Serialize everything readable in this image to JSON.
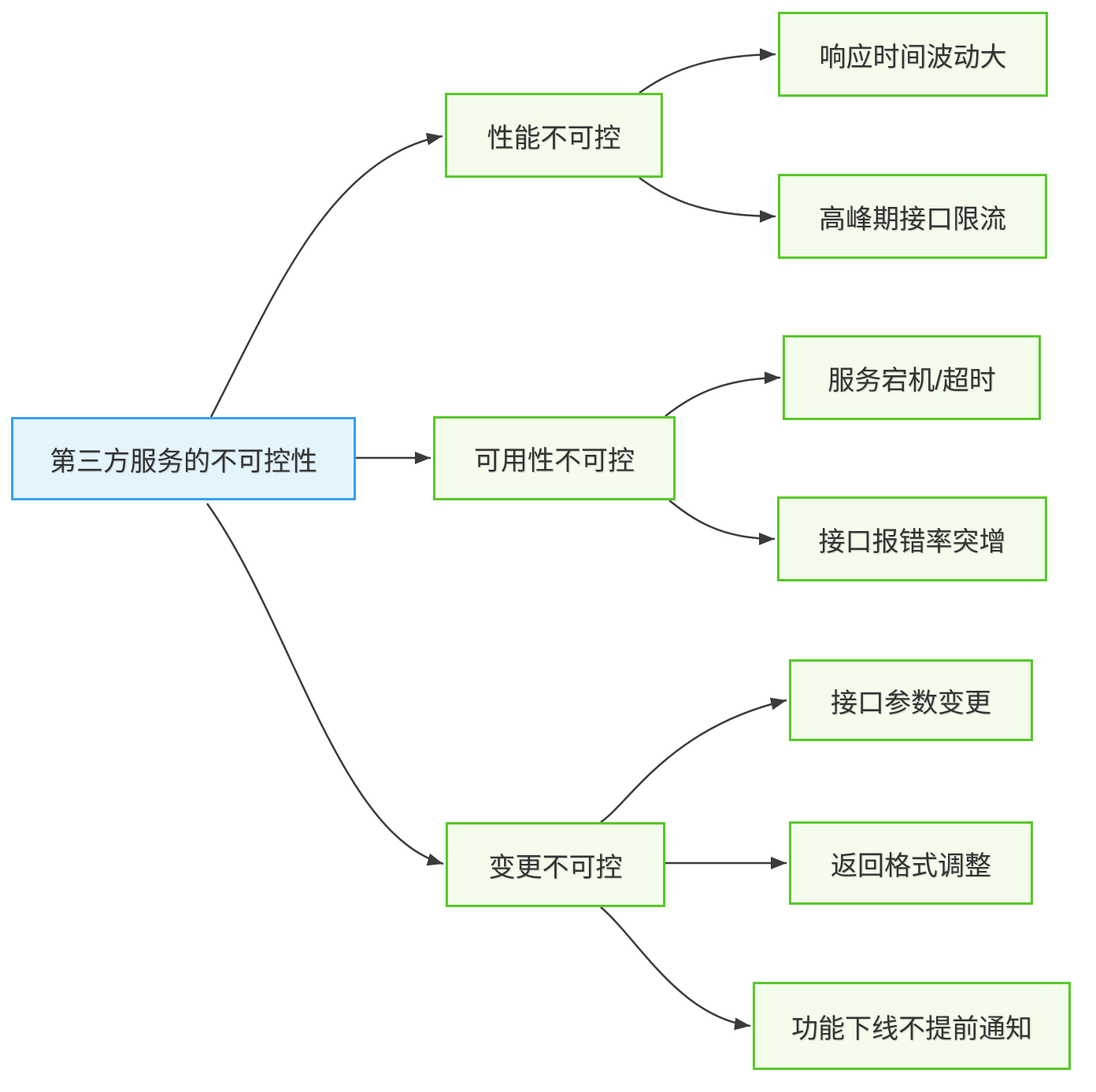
{
  "diagram": {
    "type": "mindmap-flowchart",
    "direction": "left-to-right",
    "nodes": {
      "root": {
        "label": "第三方服务的不可控性",
        "role": "root"
      },
      "performance": {
        "label": "性能不可控",
        "role": "branch"
      },
      "availability": {
        "label": "可用性不可控",
        "role": "branch"
      },
      "change": {
        "label": "变更不可控",
        "role": "branch"
      },
      "response_time": {
        "label": "响应时间波动大",
        "role": "leaf"
      },
      "rate_limit": {
        "label": "高峰期接口限流",
        "role": "leaf"
      },
      "downtime": {
        "label": "服务宕机/超时",
        "role": "leaf"
      },
      "error_rate": {
        "label": "接口报错率突增",
        "role": "leaf"
      },
      "param_change": {
        "label": "接口参数变更",
        "role": "leaf"
      },
      "format_change": {
        "label": "返回格式调整",
        "role": "leaf"
      },
      "offline_notice": {
        "label": "功能下线不提前通知",
        "role": "leaf"
      }
    },
    "edges": [
      {
        "from": "root",
        "to": "performance"
      },
      {
        "from": "root",
        "to": "availability"
      },
      {
        "from": "root",
        "to": "change"
      },
      {
        "from": "performance",
        "to": "response_time"
      },
      {
        "from": "performance",
        "to": "rate_limit"
      },
      {
        "from": "availability",
        "to": "downtime"
      },
      {
        "from": "availability",
        "to": "error_rate"
      },
      {
        "from": "change",
        "to": "param_change"
      },
      {
        "from": "change",
        "to": "format_change"
      },
      {
        "from": "change",
        "to": "offline_notice"
      }
    ],
    "colors": {
      "root_fill": "#e3f4fd",
      "root_border": "#36a0f2",
      "node_fill": "#f4fcec",
      "node_border": "#57c829",
      "edge": "#3b3b3b",
      "text": "#333333"
    }
  }
}
